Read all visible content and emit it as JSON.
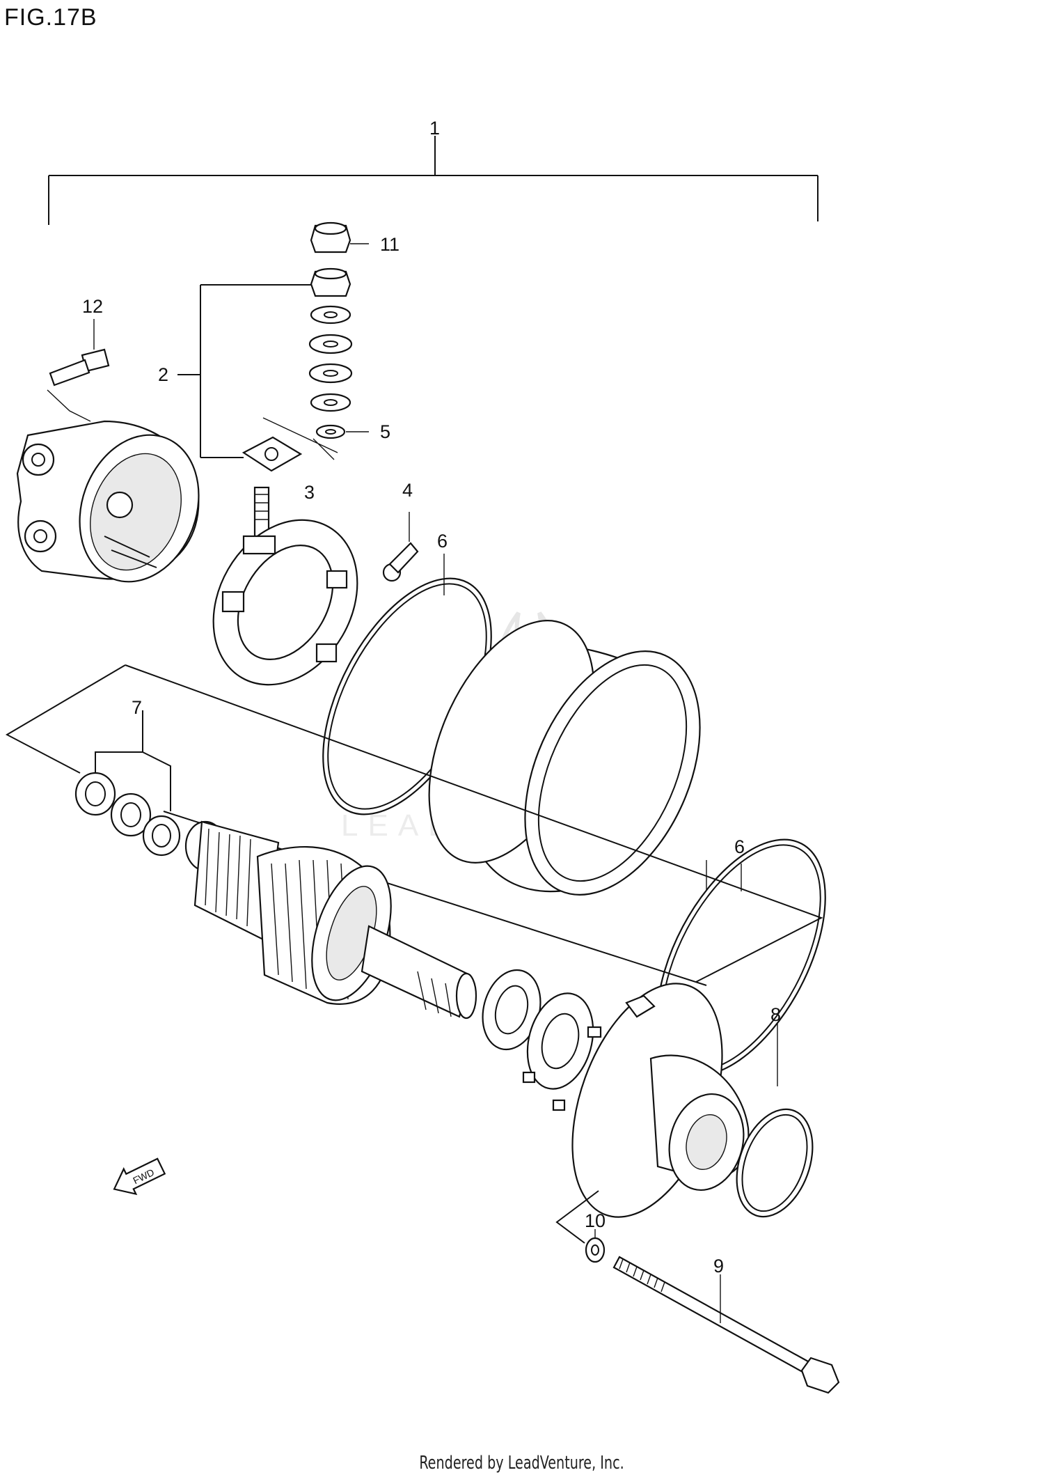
{
  "figure": {
    "title": "FIG.17B"
  },
  "callouts": [
    "1",
    "2",
    "3",
    "4",
    "5",
    "6",
    "6",
    "7",
    "8",
    "9",
    "10",
    "11",
    "12"
  ],
  "watermark": {
    "text": "LEADVENTURE"
  },
  "fwd_arrow": {
    "text": "FWD"
  },
  "footer": {
    "text": "Rendered by LeadVenture, Inc."
  }
}
